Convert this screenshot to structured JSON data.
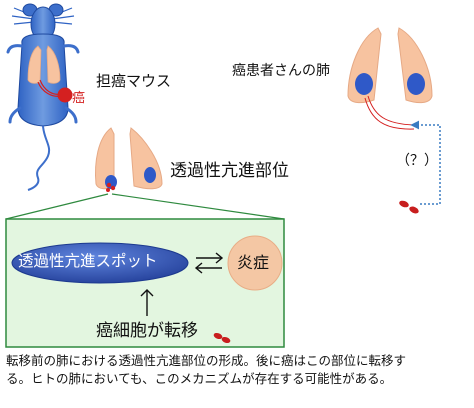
{
  "labels": {
    "mouse": "担癌マウス",
    "cancer": "癌",
    "patient_lung": "癌患者さんの肺",
    "question": "（？）",
    "site": "透過性亢進部位"
  },
  "inset": {
    "spot": "透過性亢進スポット",
    "inflammation": "炎症",
    "metastasis": "癌細胞が転移"
  },
  "caption": {
    "line1": "転移前の肺における透過性亢進部位の形成。後に癌はこの部位に転移す",
    "line2": "る。ヒトの肺においても、このメカニズムが存在する可能性がある。"
  },
  "colors": {
    "lung": "#f7c3a0",
    "spot_blue": "#2f59c8",
    "cell_red": "#d42020",
    "mouse_body": "#4c7fd1",
    "inset_bg": "#e3f6e0",
    "inset_border": "#2f8a3f",
    "inflammation": "#f4c7a4"
  }
}
